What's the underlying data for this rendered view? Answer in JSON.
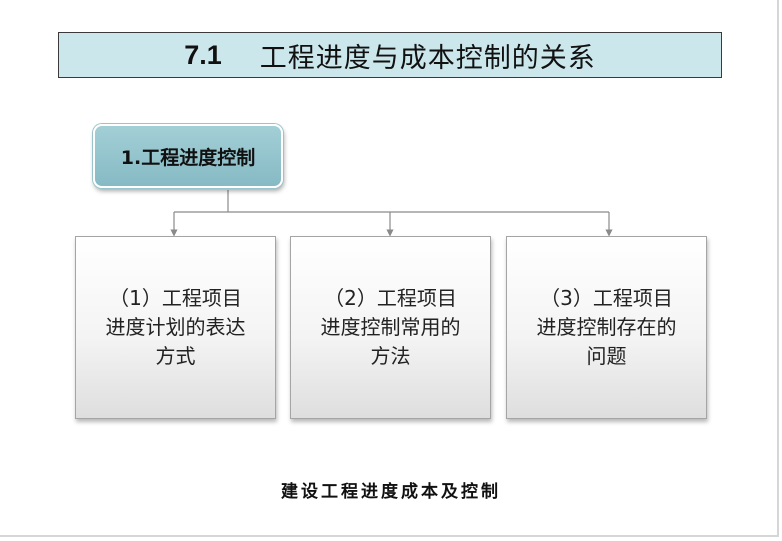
{
  "title": {
    "number": "7.1",
    "text": "工程进度与成本控制的关系"
  },
  "diagram": {
    "root_label": "1.工程进度控制",
    "children": [
      {
        "label": "（1）工程项目进度计划的表达方式"
      },
      {
        "label": "（2）工程项目进度控制常用的方法"
      },
      {
        "label": "（3）工程项目进度控制存在的问题"
      }
    ]
  },
  "footer": {
    "text": "建设工程进度成本及控制"
  },
  "colors": {
    "title_bg": "#cce7ec",
    "root_bg": "#94c4cc",
    "child_bg": "#f4f4f4",
    "connector": "#8a8a8a"
  }
}
